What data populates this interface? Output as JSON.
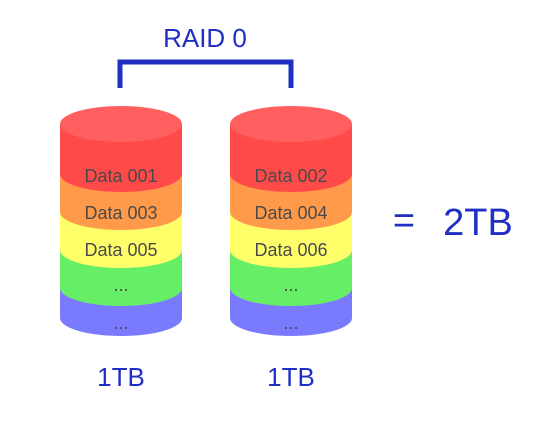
{
  "title": "RAID 0",
  "result": {
    "equals": "=",
    "capacity": "2TB"
  },
  "disks": [
    {
      "capacity": "1TB",
      "layers": [
        "Data 001",
        "Data 003",
        "Data 005",
        "...",
        "..."
      ]
    },
    {
      "capacity": "1TB",
      "layers": [
        "Data 002",
        "Data 004",
        "Data 006",
        "...",
        "..."
      ]
    }
  ],
  "colors": {
    "bracket": "#1f2fc4",
    "text": "#1f2fc4",
    "layer_red": "#ff4a4a",
    "layer_orange": "#ff9a4a",
    "layer_yellow": "#ffff6a",
    "layer_green": "#66ee66",
    "layer_violet": "#7a7aff"
  }
}
